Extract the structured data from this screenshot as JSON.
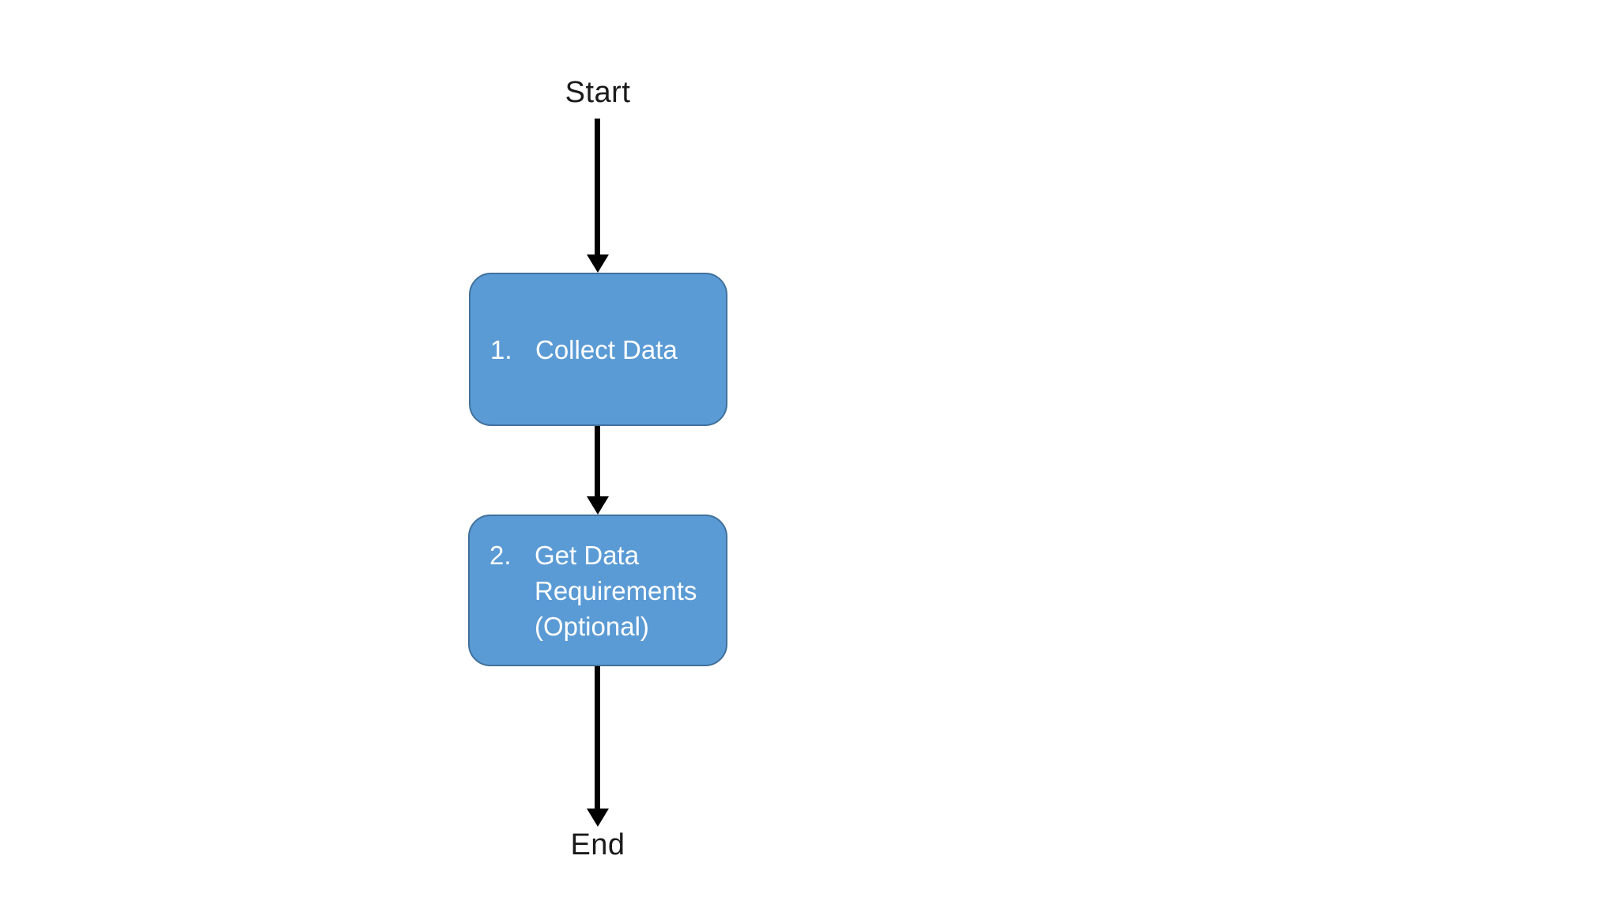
{
  "diagram": {
    "start_label": "Start",
    "end_label": "End",
    "steps": [
      {
        "number": "1.",
        "text": "Collect Data"
      },
      {
        "number": "2.",
        "text": "Get Data\nRequirements\n(Optional)"
      }
    ],
    "colors": {
      "background": "#ffffff",
      "box_fill": "#5B9BD5",
      "box_border": "#41719C",
      "box_text": "#ffffff",
      "arrow": "#000000",
      "label_text": "#1a1a1a"
    }
  }
}
